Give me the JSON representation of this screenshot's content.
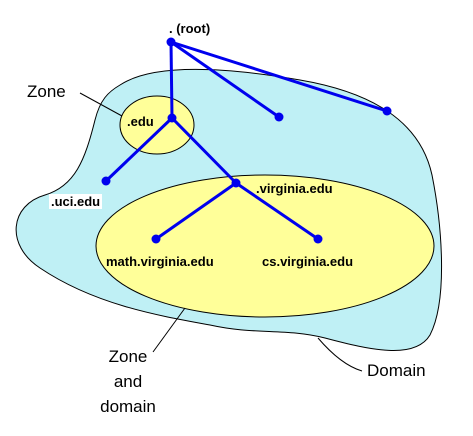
{
  "diagram": {
    "colors": {
      "domain_fill": "#bff0f5",
      "zone_fill": "#ffff99",
      "edge": "#0000ee",
      "outline": "#000000"
    },
    "nodes": {
      "root": ".  (root)",
      "edu": ".edu",
      "uci": ".uci.edu",
      "virginia": ".virginia.edu",
      "math": "math.virginia.edu",
      "cs": "cs.virginia.edu"
    },
    "annotations": {
      "zone": "Zone",
      "zone_and_domain": [
        "Zone",
        "and",
        "domain"
      ],
      "domain": "Domain"
    }
  }
}
